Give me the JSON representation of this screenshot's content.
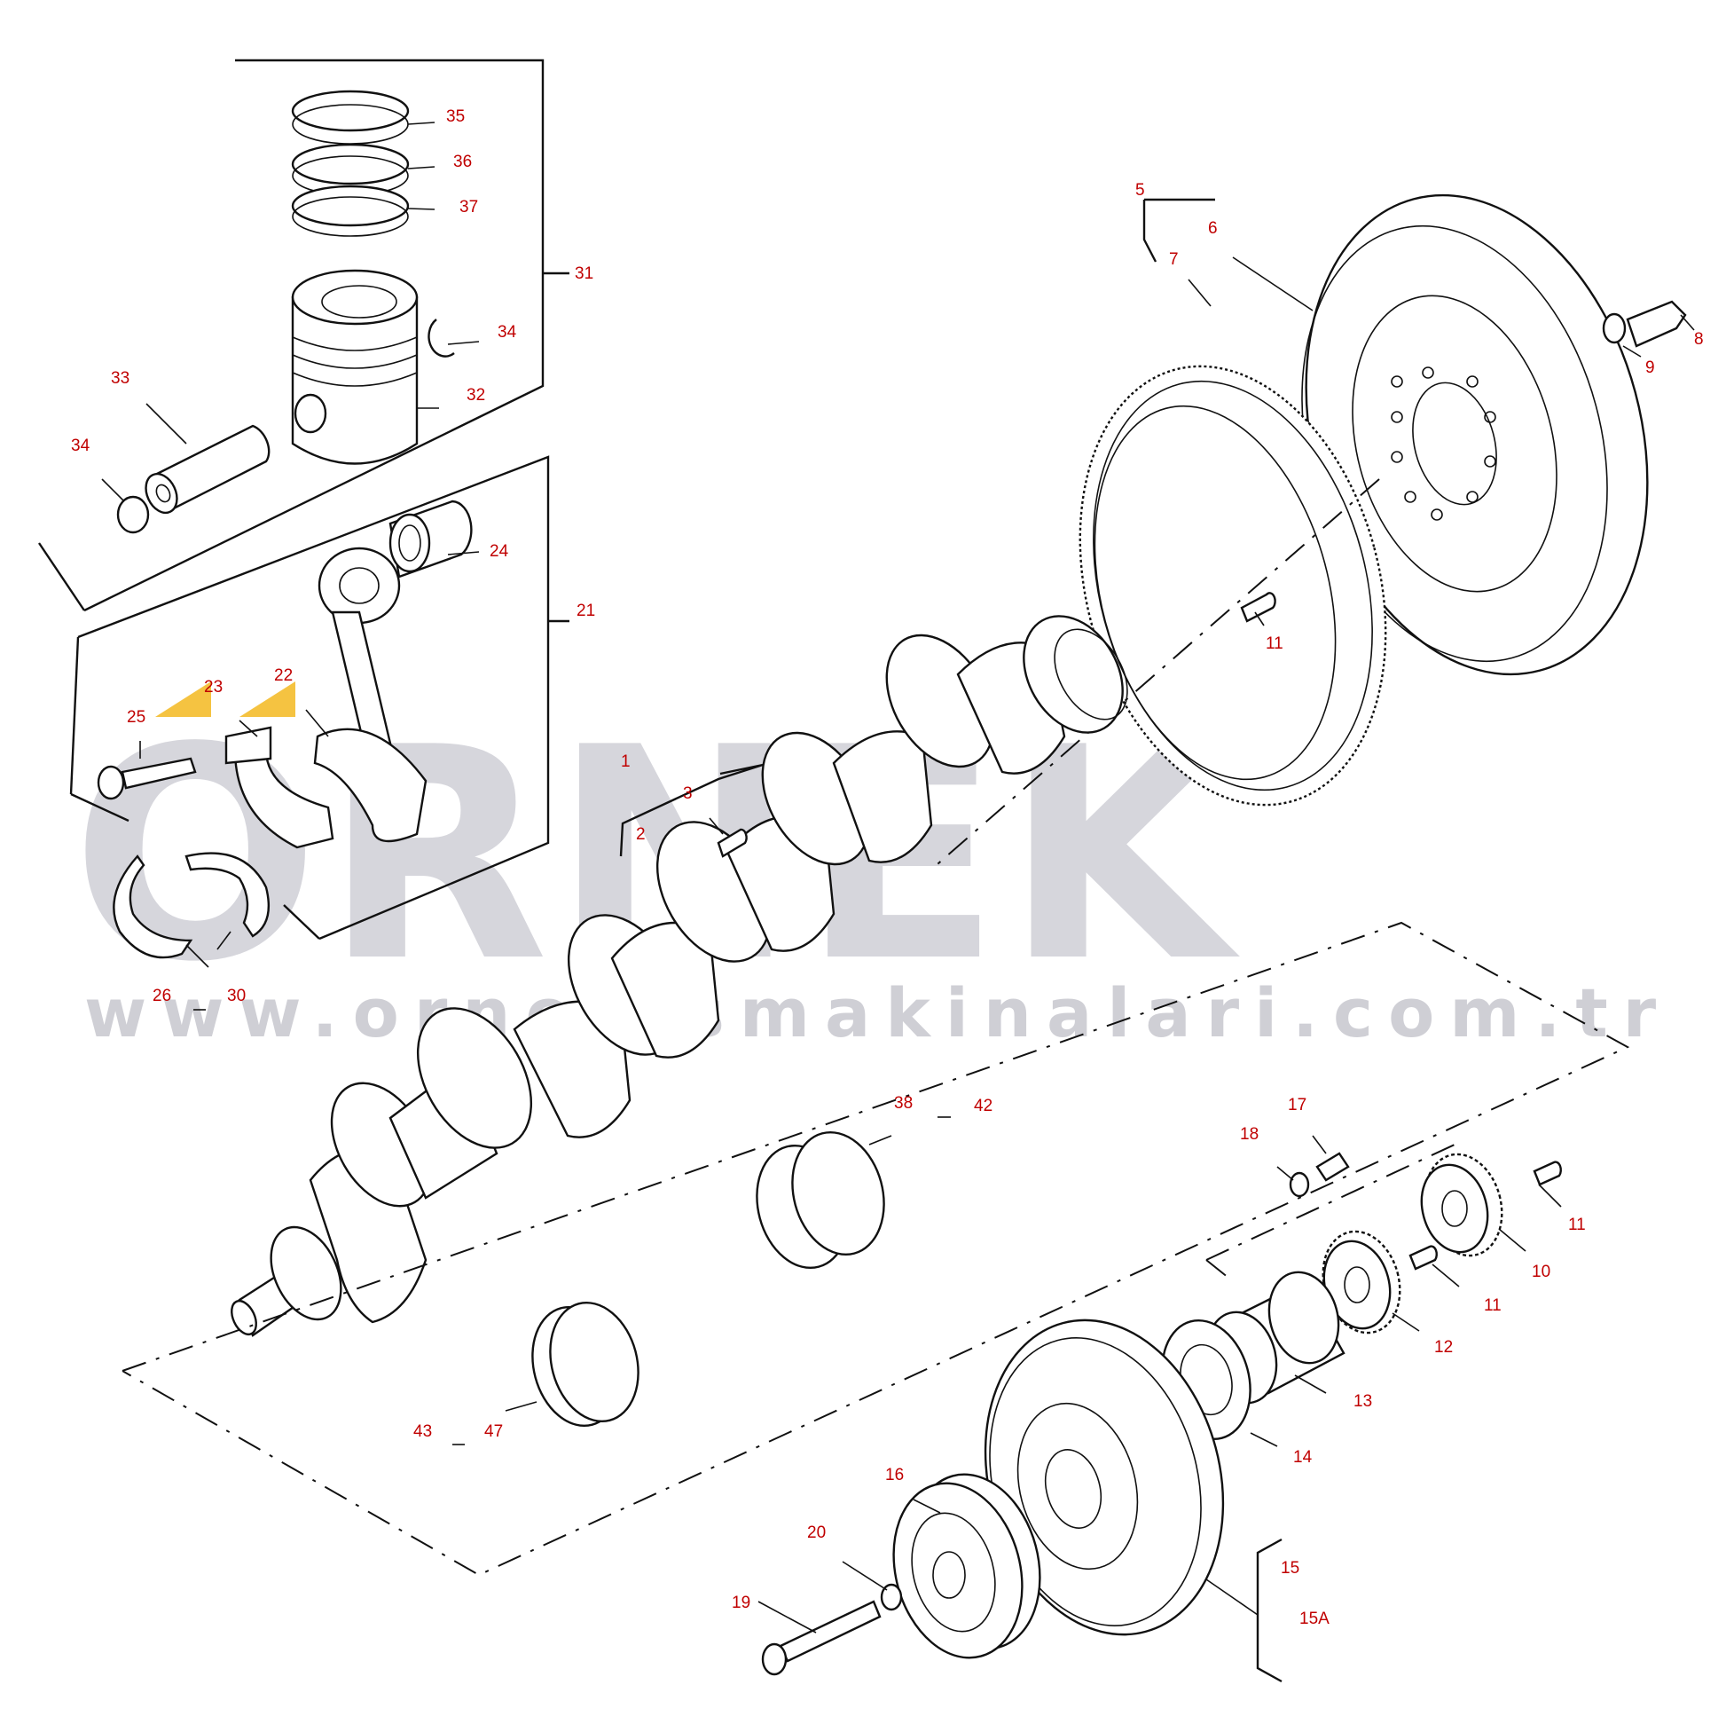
{
  "watermark": {
    "brand": "ORNEK",
    "url": "www.ornekismakinalari.com.tr",
    "color": "#d6d6dc"
  },
  "label_color": "#c00000",
  "accent_color": "#f5c341",
  "labels": {
    "l1": "1",
    "l2": "2",
    "l3": "3",
    "l5": "5",
    "l6": "6",
    "l7": "7",
    "l8": "8",
    "l9": "9",
    "l10": "10",
    "l11a": "11",
    "l11b": "11",
    "l11c": "11",
    "l12": "12",
    "l13": "13",
    "l14": "14",
    "l15": "15",
    "l15a": "15A",
    "l16": "16",
    "l17": "17",
    "l18": "18",
    "l19": "19",
    "l20": "20",
    "l21": "21",
    "l22": "22",
    "l23": "23",
    "l24": "24",
    "l25": "25",
    "l26": "26",
    "l30": "30",
    "l31": "31",
    "l32": "32",
    "l33": "33",
    "l34a": "34",
    "l34b": "34",
    "l35": "35",
    "l36": "36",
    "l37": "37",
    "l38": "38",
    "l42": "42",
    "l43": "43",
    "l47": "47"
  }
}
